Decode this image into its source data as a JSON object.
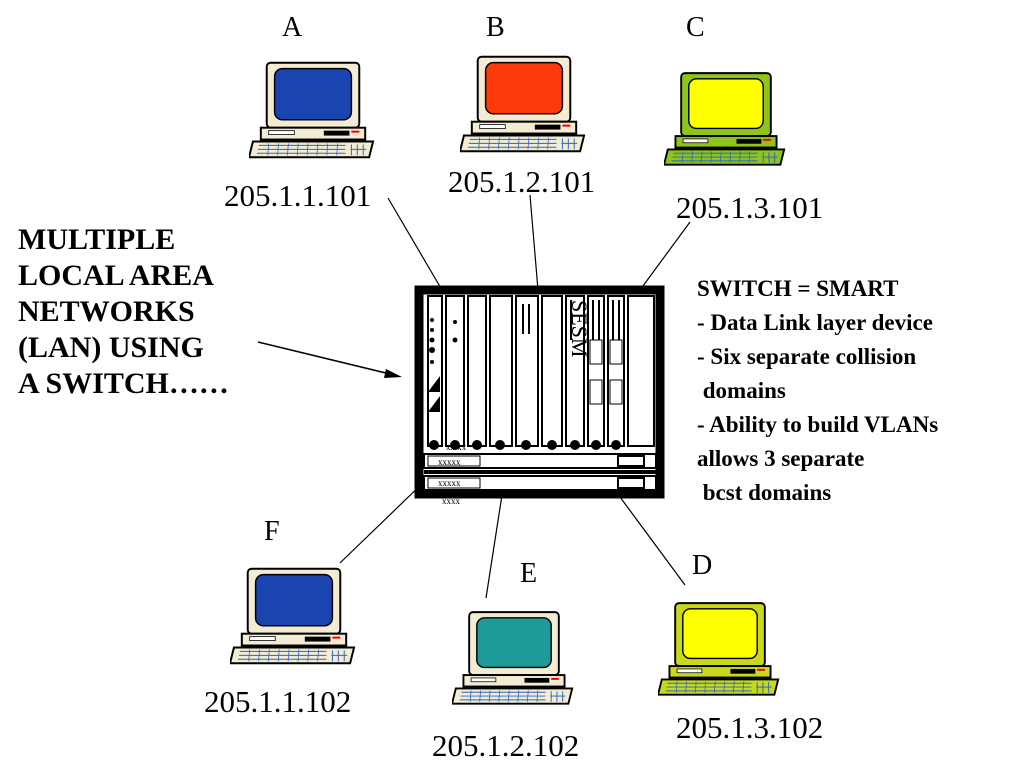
{
  "title_lines": [
    "MULTIPLE",
    "LOCAL AREA",
    "NETWORKS",
    "(LAN) USING",
    "A SWITCH……"
  ],
  "notes_lines": [
    "SWITCH = SMART",
    "- Data Link layer device",
    "- Six separate collision",
    " domains",
    "- Ability to build VLANs",
    "allows 3 separate",
    " bcst domains"
  ],
  "switch": {
    "module_text": "SESM",
    "port_labels": [
      "xx xx",
      "xxxxx",
      "xxxxx",
      "xxxx"
    ]
  },
  "computers": [
    {
      "id": "A",
      "label": "A",
      "ip": "205.1.1.101",
      "screen_color": "#1a44b0",
      "body_color": "#f3ecd2"
    },
    {
      "id": "B",
      "label": "B",
      "ip": "205.1.2.101",
      "screen_color": "#ff3a0a",
      "body_color": "#f3ecd2"
    },
    {
      "id": "C",
      "label": "C",
      "ip": "205.1.3.101",
      "screen_color": "#ffff00",
      "body_color": "#8fc41a"
    },
    {
      "id": "D",
      "label": "D",
      "ip": "205.1.3.102",
      "screen_color": "#ffff00",
      "body_color": "#c8d81a"
    },
    {
      "id": "E",
      "label": "E",
      "ip": "205.1.2.102",
      "screen_color": "#1f9a9a",
      "body_color": "#f3ecd2"
    },
    {
      "id": "F",
      "label": "F",
      "ip": "205.1.1.102",
      "screen_color": "#1a44b0",
      "body_color": "#f3ecd2"
    }
  ]
}
